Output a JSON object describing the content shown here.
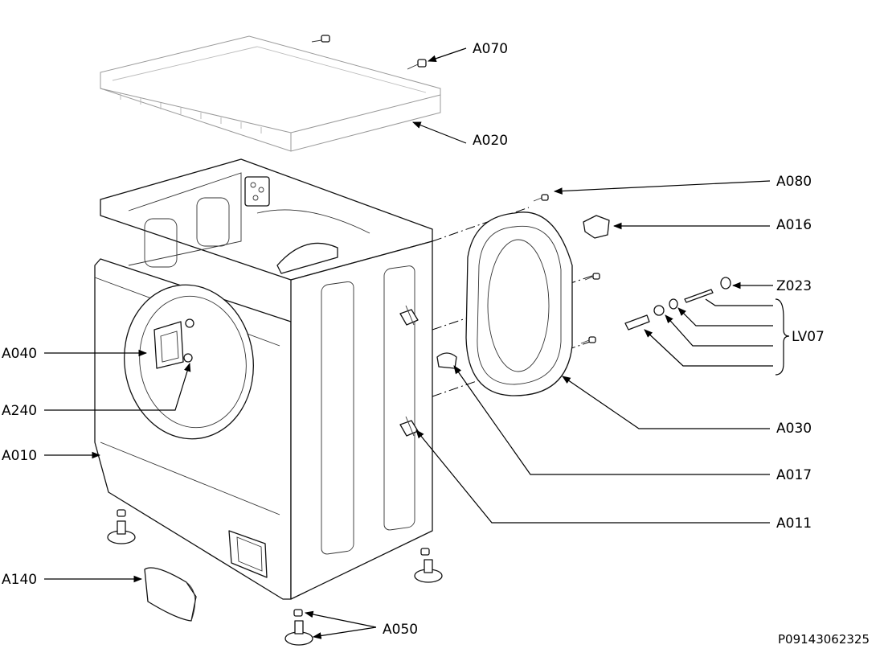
{
  "labels": {
    "A070": "A070",
    "A020": "A020",
    "A080": "A080",
    "A016": "A016",
    "Z023": "Z023",
    "LV07": "LV07",
    "A030": "A030",
    "A017": "A017",
    "A011": "A011",
    "A040": "A040",
    "A240": "A240",
    "A010": "A010",
    "A140": "A140",
    "A050": "A050"
  },
  "drawing_code": "P09143062325"
}
